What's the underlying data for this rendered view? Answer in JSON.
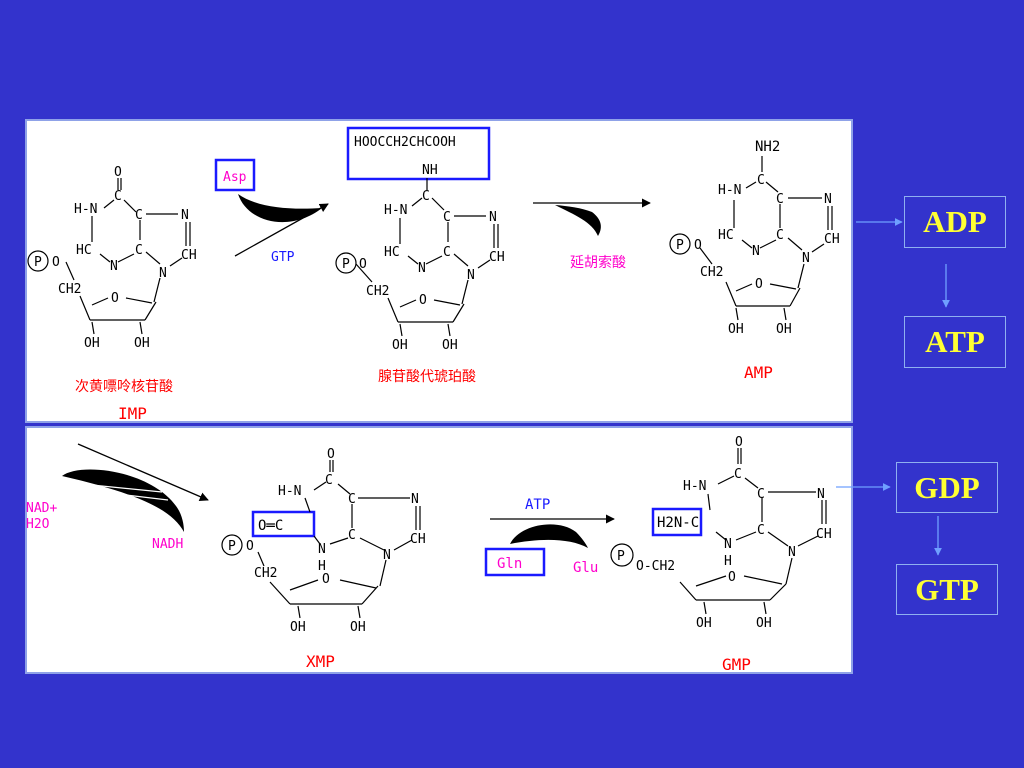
{
  "imp": {
    "label_cn": "次黄嘌呤核苷酸",
    "label_en": "IMP",
    "atoms": {
      "o": "O",
      "hn": "H-N",
      "c2": "C",
      "c6": "C",
      "n7": "N",
      "hc": "HC",
      "c3": "C",
      "n1": "N",
      "ch": "CH",
      "n9": "N",
      "p": "P",
      "o5": "O",
      "ch2": "CH2",
      "ro": "O",
      "oh1": "OH",
      "oh2": "OH"
    }
  },
  "step1": {
    "asp": "Asp",
    "gtp": "GTP"
  },
  "sampl": {
    "label_cn": "腺苷酸代琥珀酸",
    "substituent": "HOOCCH2CHCOOH",
    "nh": "NH",
    "atoms": {
      "c": "C",
      "hn": "H-N",
      "c6": "C",
      "n7": "N",
      "hc": "HC",
      "c3": "C",
      "n1": "N",
      "ch": "CH",
      "n9": "N",
      "p": "P",
      "o5": "O",
      "ch2": "CH2",
      "ro": "O",
      "oh1": "OH",
      "oh2": "OH"
    }
  },
  "step2": {
    "fumarate": "延胡索酸"
  },
  "amp": {
    "label_en": "AMP",
    "nh2": "NH2",
    "atoms": {
      "c": "C",
      "hn": "H-N",
      "c6": "C",
      "n7": "N",
      "hc": "HC",
      "c3": "C",
      "n1": "N",
      "ch": "CH",
      "n9": "N",
      "p": "P",
      "o5": "O",
      "ch2": "CH2",
      "ro": "O",
      "oh1": "OH",
      "oh2": "OH"
    }
  },
  "step3": {
    "nad": "NAD+",
    "h2o": "H2O",
    "nadh": "NADH"
  },
  "xmp": {
    "label_en": "XMP",
    "co": "O═C",
    "atoms": {
      "o": "O",
      "hn": "H-N",
      "c": "C",
      "c6": "C",
      "n7": "N",
      "c3": "C",
      "n1": "N",
      "h": "H",
      "ch": "CH",
      "n9": "N",
      "p": "P",
      "o5": "O",
      "ch2": "CH2",
      "ro": "O",
      "oh1": "OH",
      "oh2": "OH"
    }
  },
  "step4": {
    "atp": "ATP",
    "gln": "Gln",
    "glu": "Glu"
  },
  "gmp": {
    "label_en": "GMP",
    "h2n": "H2N-C",
    "atoms": {
      "o": "O",
      "hn": "H-N",
      "c": "C",
      "c6": "C",
      "n7": "N",
      "c3": "C",
      "n1": "N",
      "h": "H",
      "ch": "CH",
      "n9": "N",
      "p": "P",
      "o5": "O-CH2",
      "ro": "O",
      "oh1": "OH",
      "oh2": "OH"
    }
  },
  "nodes": {
    "adp": "ADP",
    "atp": "ATP",
    "gdp": "GDP",
    "gtp": "GTP"
  },
  "colors": {
    "background": "#3333cc",
    "panel": "#ffffff",
    "label_red": "#ff0000",
    "label_magenta": "#ff00cc",
    "label_blue": "#1a1aff",
    "node_text": "#ffff33",
    "arrow": "#6fa0ff"
  }
}
